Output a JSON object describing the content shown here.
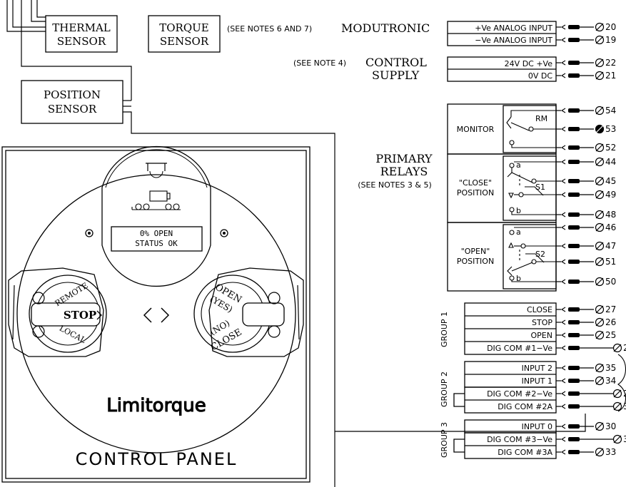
{
  "sensors": {
    "thermal": [
      "THERMAL",
      "SENSOR"
    ],
    "torque": [
      "TORQUE",
      "SENSOR"
    ],
    "position": [
      "POSITION",
      "SENSOR"
    ]
  },
  "modutronic": {
    "note": "(SEE NOTES 6 AND 7)",
    "title": "MODUTRONIC",
    "rows": [
      {
        "label": "+Ve ANALOG INPUT",
        "terminal": "20"
      },
      {
        "label": "−Ve ANALOG INPUT",
        "terminal": "19"
      }
    ]
  },
  "control_supply": {
    "note": "(SEE NOTE 4)",
    "title": [
      "CONTROL",
      "SUPPLY"
    ],
    "rows": [
      {
        "label": "24V DC +Ve",
        "terminal": "22"
      },
      {
        "label": "0V DC",
        "terminal": "21"
      }
    ]
  },
  "primary_relays": {
    "title": [
      "PRIMARY",
      "RELAYS"
    ],
    "note": "(SEE NOTES 3 & 5)",
    "monitor": {
      "label": "MONITOR",
      "relay": "RM",
      "terminals": [
        "54",
        "53",
        "52"
      ]
    },
    "close": {
      "label": [
        "\"CLOSE\"",
        "POSITION"
      ],
      "switch": "S1",
      "contact_a": "a",
      "contact_b": "b",
      "terminals": [
        "44",
        "45",
        "49",
        "48"
      ]
    },
    "open": {
      "label": [
        "\"OPEN\"",
        "POSITION"
      ],
      "switch": "S2",
      "contact_a": "a",
      "contact_b": "b",
      "terminals": [
        "46",
        "47",
        "51",
        "50"
      ]
    }
  },
  "groups": [
    {
      "name": "GROUP 1",
      "rows": [
        {
          "label": "CLOSE",
          "terminal": "27"
        },
        {
          "label": "STOP",
          "terminal": "26"
        },
        {
          "label": "OPEN",
          "terminal": "25"
        },
        {
          "label": "DIG COM #1−Ve",
          "terminal": "2"
        }
      ]
    },
    {
      "name": "GROUP 2",
      "rows": [
        {
          "label": "INPUT 2",
          "terminal": "35"
        },
        {
          "label": "INPUT 1",
          "terminal": "34"
        },
        {
          "label": "DIG COM #2−Ve",
          "terminal": "2"
        },
        {
          "label": "DIG COM #2A",
          "terminal": "3"
        }
      ]
    },
    {
      "name": "GROUP 3",
      "rows": [
        {
          "label": "INPUT 0",
          "terminal": "30"
        },
        {
          "label": "DIG COM #3−Ve",
          "terminal": "3"
        },
        {
          "label": "DIG COM #3A",
          "terminal": "33"
        }
      ]
    }
  ],
  "control_panel": {
    "title": "CONTROL PANEL",
    "display": [
      "0% OPEN",
      "STATUS OK"
    ],
    "left_knob": {
      "top": "REMOTE",
      "center": "STOP",
      "bottom": "LOCAL"
    },
    "right_knob": {
      "top": "OPEN",
      "top2": "(YES)",
      "bottom1": "(NO)",
      "bottom2": "CLOSE"
    },
    "brand": "Limitorque"
  }
}
